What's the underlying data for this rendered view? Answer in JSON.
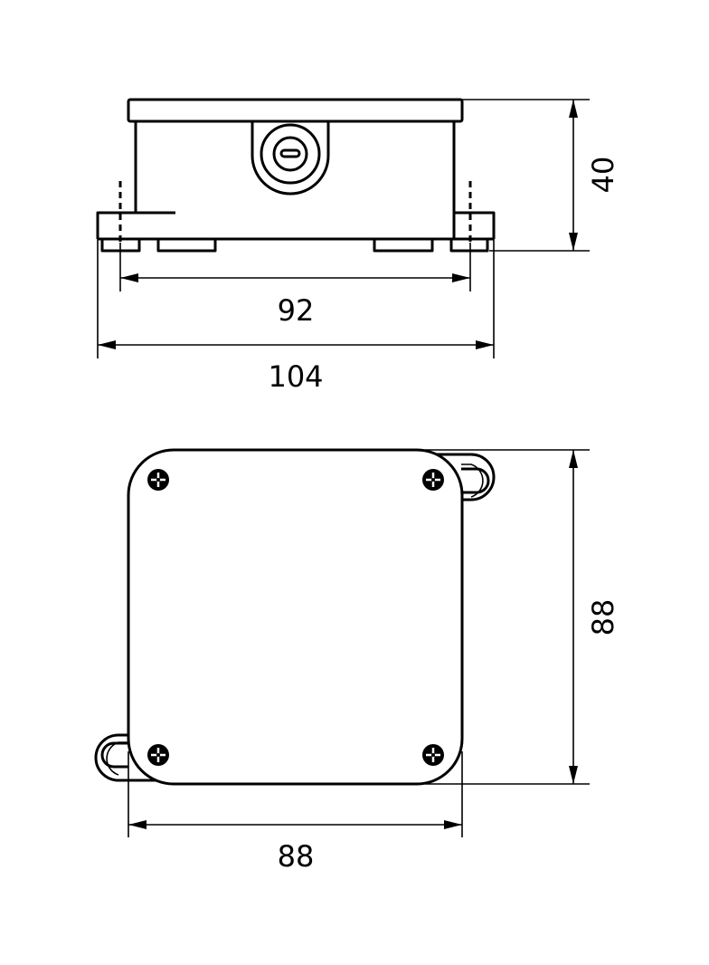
{
  "side_view": {
    "height_label": "40",
    "mount_spacing_label": "92",
    "overall_width_label": "104"
  },
  "top_view": {
    "height_label": "88",
    "width_label": "88"
  },
  "colors": {
    "line": "#000000",
    "background": "#ffffff"
  }
}
